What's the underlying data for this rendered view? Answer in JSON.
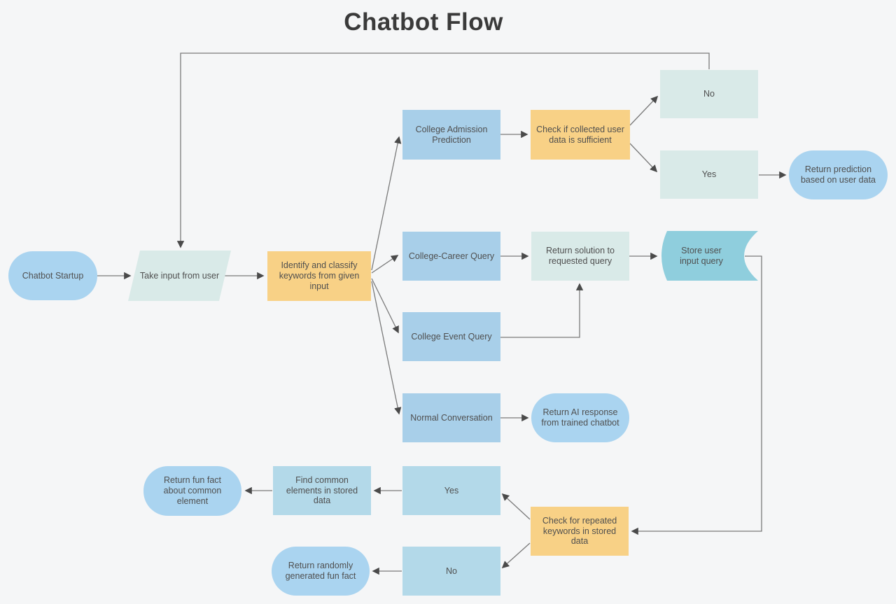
{
  "title": "Chatbot Flow",
  "palette": {
    "background": "#f5f6f7",
    "node_blue_rect": "#a8cfe9",
    "node_cyan_rect": "#b3d9e9",
    "node_mint": "#d9eae8",
    "node_orange": "#f8d186",
    "node_pill_blue": "#aad4f0",
    "node_stored_teal": "#8fcedd",
    "connector_line": "#7a7a7a",
    "arrowhead": "#4a4a4a",
    "text": "#4f4f4f",
    "title_color": "#3a3a3a"
  },
  "nodes": {
    "start": {
      "label": "Chatbot Startup",
      "shape": "terminator"
    },
    "take_input": {
      "label": "Take input from user",
      "shape": "data-parallelogram"
    },
    "identify": {
      "label": "Identify and classify keywords from given input",
      "shape": "process"
    },
    "admission": {
      "label": "College Admission Prediction",
      "shape": "process"
    },
    "career": {
      "label": "College-Career Query",
      "shape": "process"
    },
    "event": {
      "label": "College Event Query",
      "shape": "process"
    },
    "normal": {
      "label": "Normal Conversation",
      "shape": "process"
    },
    "check_sufficient": {
      "label": "Check if collected user data is sufficient",
      "shape": "process"
    },
    "return_solution": {
      "label": "Return solution to requested query",
      "shape": "process"
    },
    "return_ai": {
      "label": "Return AI response from trained chatbot",
      "shape": "terminator"
    },
    "no_top": {
      "label": "No",
      "shape": "process"
    },
    "yes_top": {
      "label": "Yes",
      "shape": "process"
    },
    "store": {
      "label": "Store user input query",
      "shape": "stored-data"
    },
    "return_prediction": {
      "label": "Return prediction based on user data",
      "shape": "terminator"
    },
    "yes_bottom": {
      "label": "Yes",
      "shape": "process"
    },
    "find_common": {
      "label": "Find common elements in stored data",
      "shape": "process"
    },
    "fun_fact_common": {
      "label": "Return fun fact about common element",
      "shape": "terminator"
    },
    "check_repeated": {
      "label": "Check for repeated keywords in stored data",
      "shape": "process"
    },
    "no_bottom": {
      "label": "No",
      "shape": "process"
    },
    "fun_fact_random": {
      "label": "Return randomly generated fun fact",
      "shape": "terminator"
    }
  },
  "edges": [
    {
      "from": "start",
      "to": "take_input"
    },
    {
      "from": "take_input",
      "to": "identify"
    },
    {
      "from": "identify",
      "to": "admission"
    },
    {
      "from": "identify",
      "to": "career"
    },
    {
      "from": "identify",
      "to": "event"
    },
    {
      "from": "identify",
      "to": "normal"
    },
    {
      "from": "admission",
      "to": "check_sufficient"
    },
    {
      "from": "check_sufficient",
      "to": "no_top"
    },
    {
      "from": "check_sufficient",
      "to": "yes_top"
    },
    {
      "from": "no_top",
      "to": "take_input"
    },
    {
      "from": "yes_top",
      "to": "return_prediction"
    },
    {
      "from": "career",
      "to": "return_solution"
    },
    {
      "from": "event",
      "to": "return_solution"
    },
    {
      "from": "return_solution",
      "to": "store"
    },
    {
      "from": "normal",
      "to": "return_ai"
    },
    {
      "from": "store",
      "to": "check_repeated"
    },
    {
      "from": "check_repeated",
      "to": "yes_bottom"
    },
    {
      "from": "check_repeated",
      "to": "no_bottom"
    },
    {
      "from": "yes_bottom",
      "to": "find_common"
    },
    {
      "from": "find_common",
      "to": "fun_fact_common"
    },
    {
      "from": "no_bottom",
      "to": "fun_fact_random"
    }
  ]
}
